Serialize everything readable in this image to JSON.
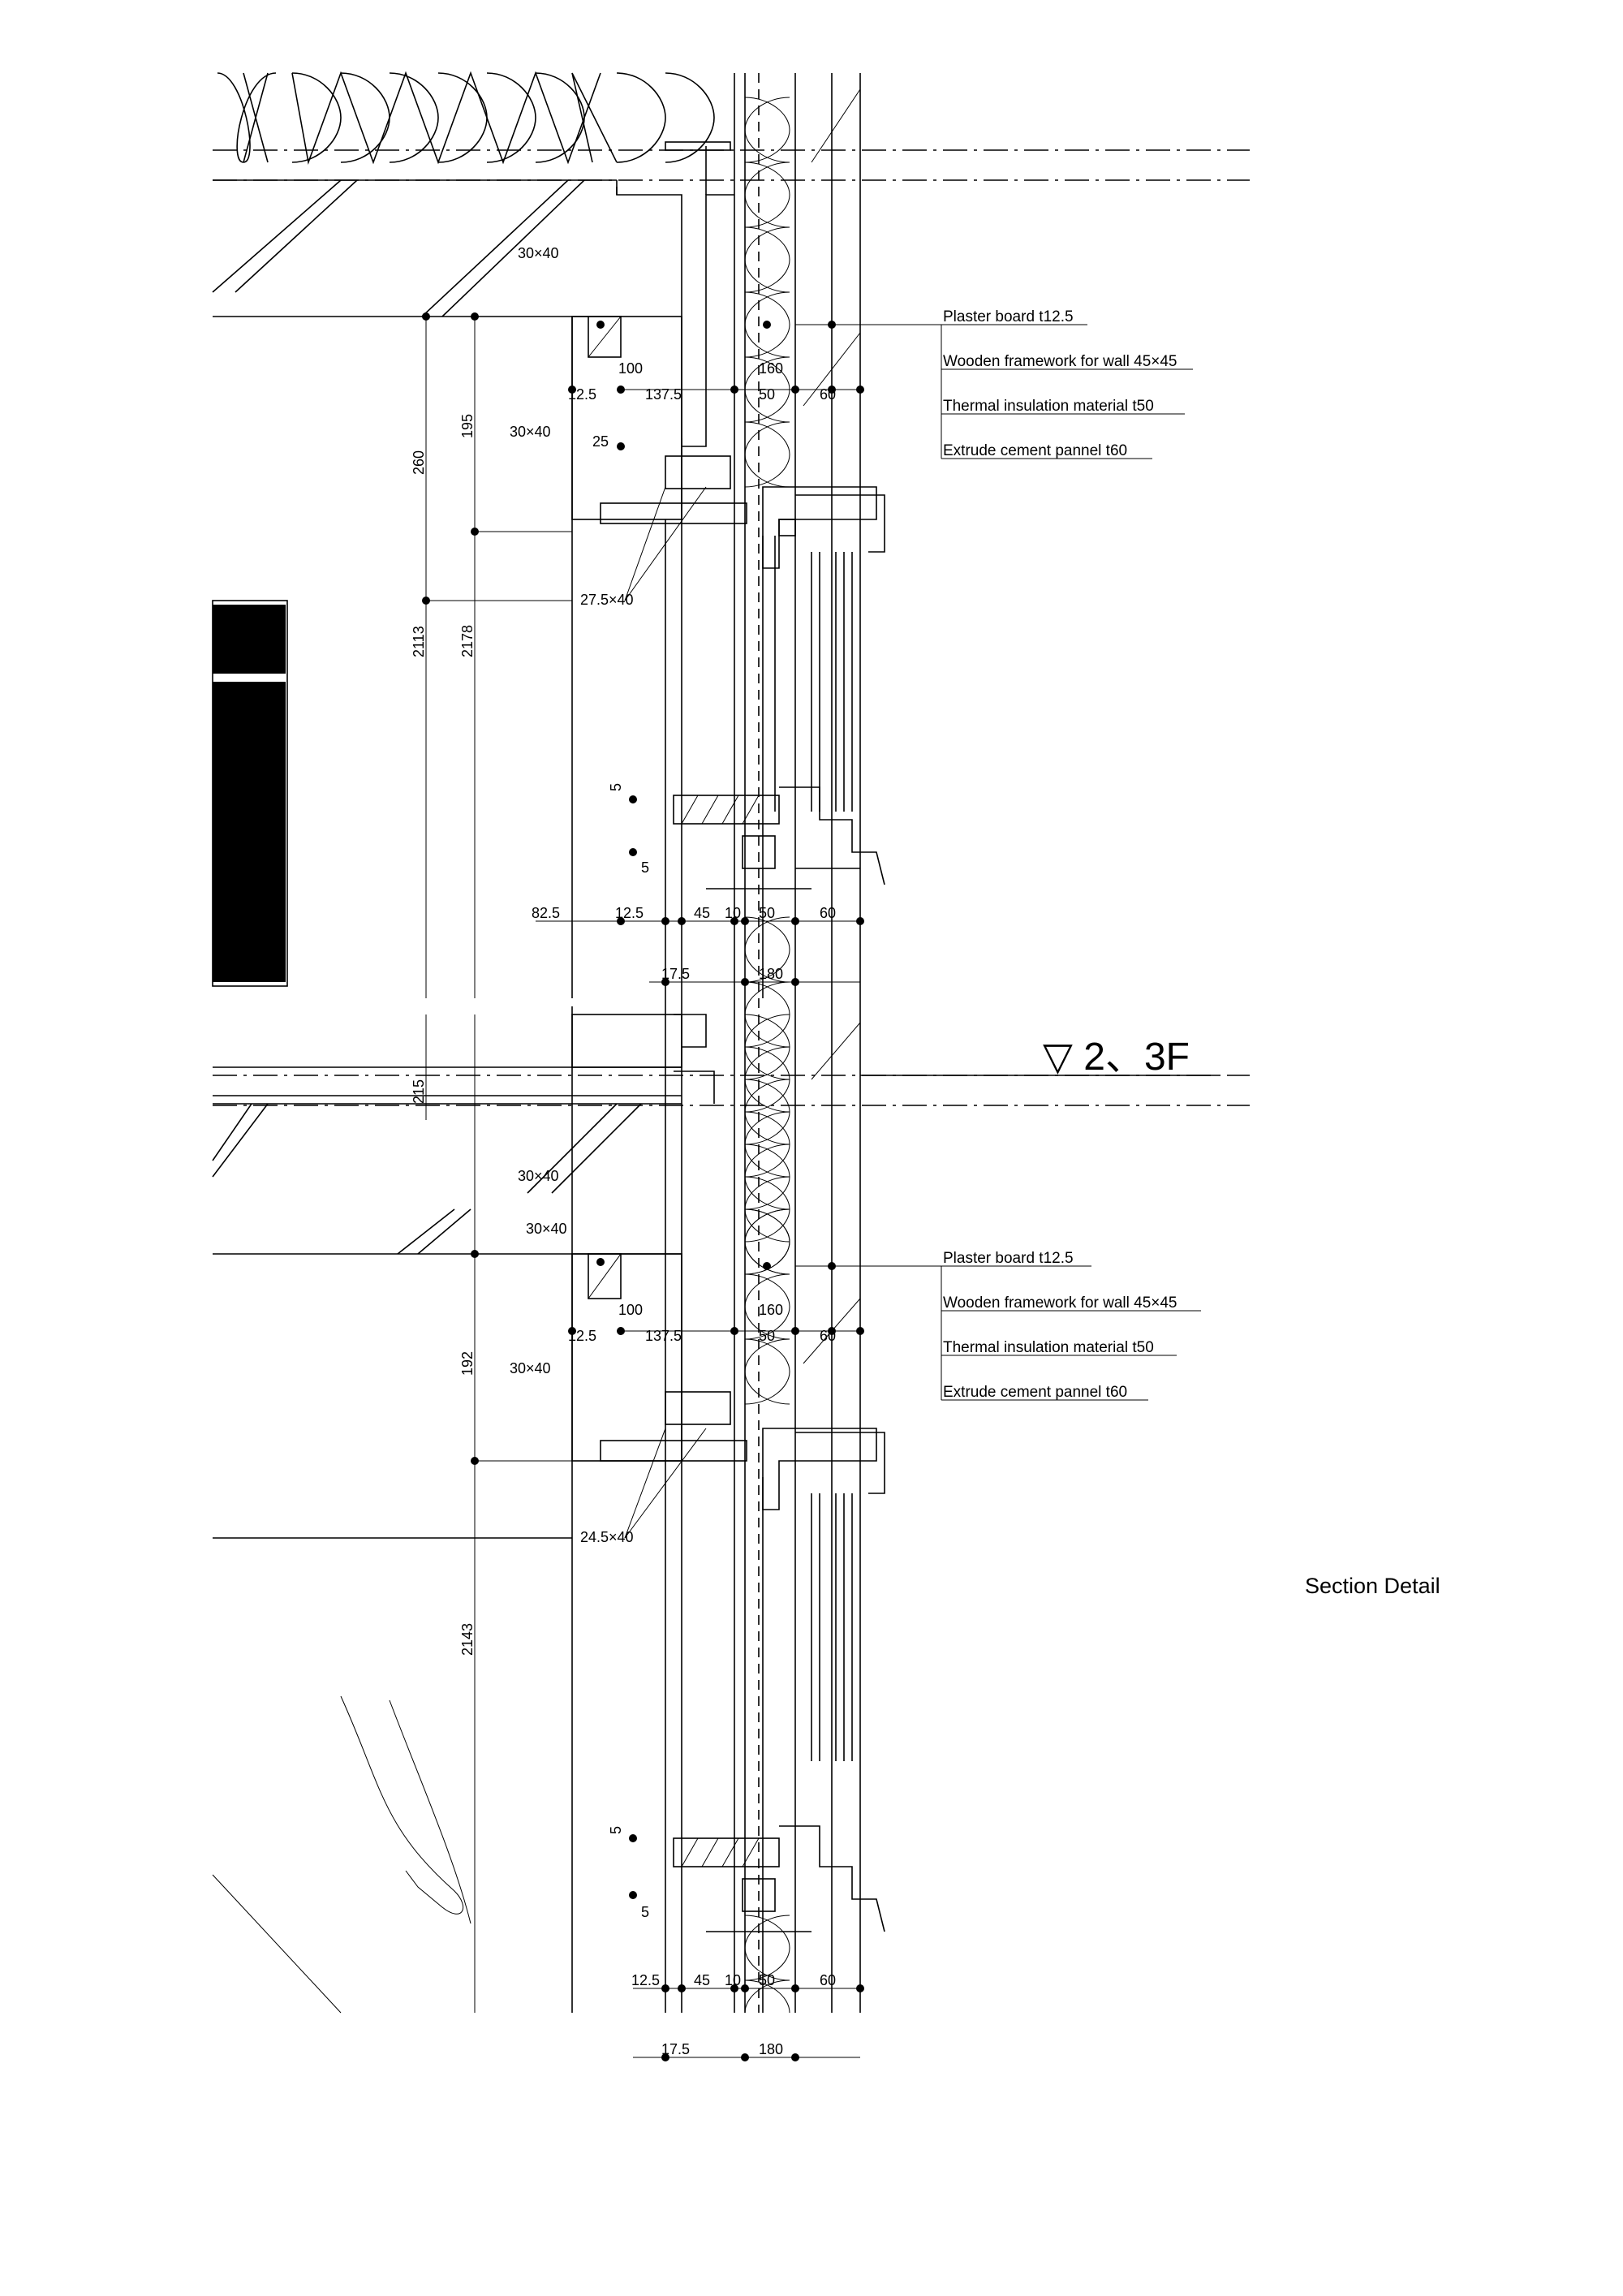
{
  "caption": "Section Detail",
  "level_marker": "▽ 2、3F",
  "upper_notes": [
    "Plaster board  t12.5",
    "Wooden framework for wall  45×45",
    "Thermal insulation material  t50",
    "Extrude cement pannel  t60"
  ],
  "lower_notes": [
    "Plaster board  t12.5",
    "Wooden framework for wall  45×45",
    "Thermal insulation material  t50",
    "Extrude cement pannel  t60"
  ],
  "dims_upper": {
    "d30x40_a": "30×40",
    "d100": "100",
    "d160": "160",
    "d12_5": "12.5",
    "d137_5": "137.5",
    "d50": "50",
    "d60": "60",
    "d30x40_b": "30×40",
    "d25": "25",
    "d260": "260",
    "d195": "195",
    "d27_5x40": "27.5×40",
    "d2113": "2113",
    "d2178": "2178"
  },
  "dims_mid": {
    "d5_top": "5",
    "d5_bot": "5",
    "d82_5": "82.5",
    "d12_5": "12.5",
    "d45": "45",
    "d10": "10",
    "d50": "50",
    "d60": "60",
    "d17_5": "17.5",
    "d180": "180",
    "d215": "215"
  },
  "dims_lower": {
    "d30x40_a": "30×40",
    "d30x40_b": "30×40",
    "d100": "100",
    "d160": "160",
    "d12_5": "12.5",
    "d137_5": "137.5",
    "d50": "50",
    "d60": "60",
    "d30x40_c": "30×40",
    "d192": "192",
    "d24_5x40": "24.5×40",
    "d2143": "2143"
  },
  "dims_bottom": {
    "d5_top": "5",
    "d5_bot": "5",
    "d12_5": "12.5",
    "d45": "45",
    "d10": "10",
    "d50": "50",
    "d60": "60",
    "d17_5": "17.5",
    "d180": "180"
  }
}
